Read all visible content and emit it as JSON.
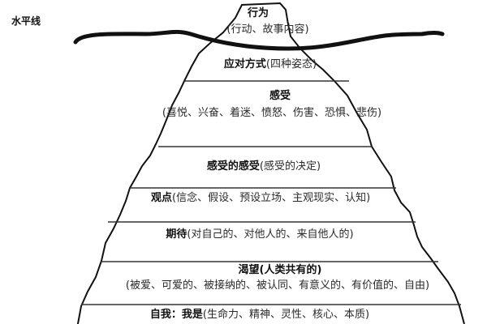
{
  "waterline_label": "水平线",
  "layers": [
    {
      "title": "行为",
      "detail": "(行动、故事内容)"
    },
    {
      "title": "应对方式",
      "detail": "(四种姿态)"
    },
    {
      "title": "感受",
      "detail": "(喜悦、兴奋、着迷、愤怒、伤害、恐惧、悲伤)"
    },
    {
      "title": "感受的感受",
      "detail": "(感受的决定)"
    },
    {
      "title": "观点",
      "detail": "(信念、假设、预设立场、主观现实、认知)"
    },
    {
      "title": "期待",
      "detail": "(对自己的、对他人的、来自他人的)"
    },
    {
      "title": "渴望(人类共有的)",
      "detail": "(被爱、可爱的、被接纳的、被认同、有意义的、有价值的、自由)"
    },
    {
      "title": "自我：我是",
      "detail": "(生命力、精神、灵性、核心、本质)"
    }
  ],
  "colors": {
    "line": "#111111",
    "divider": "#333333",
    "background": "#ffffff"
  }
}
